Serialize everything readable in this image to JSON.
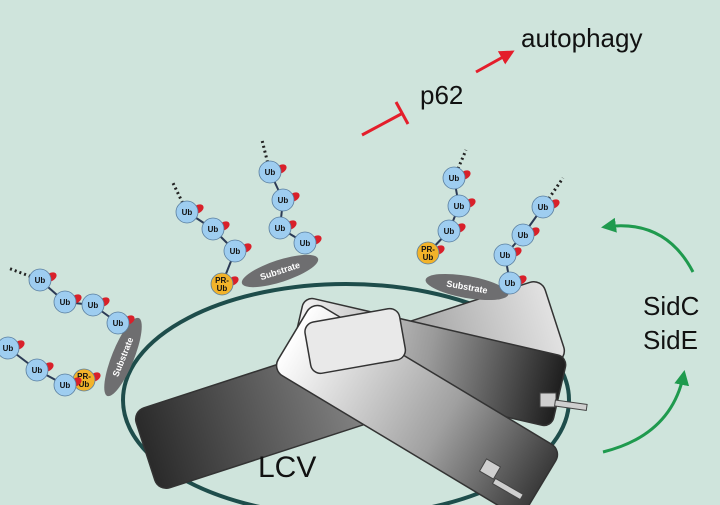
{
  "labels": {
    "autophagy": "autophagy",
    "p62": "p62",
    "sidc": "SidC",
    "side": "SidE",
    "lcv": "LCV"
  },
  "ub": "Ub",
  "pr_ub_line1": "PR-",
  "pr_ub_line2": "Ub",
  "substrate": "Substrate",
  "colors": {
    "background": "#cfe4dc",
    "ubiquitin": "#9ecdf0",
    "pr_ubiquitin": "#f2b32a",
    "red_tag": "#d9202a",
    "substrate": "#6e6e70",
    "arrow_red": "#e41e2b",
    "arrow_green": "#1f9a4e",
    "membrane": "#1e4d4b"
  }
}
